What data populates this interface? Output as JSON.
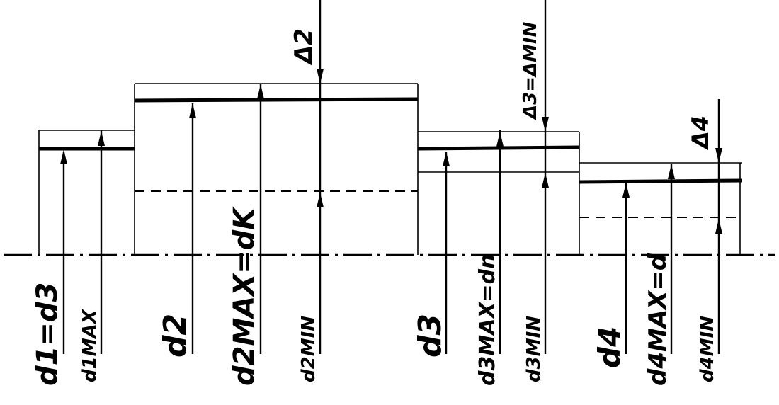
{
  "labels": {
    "d1_eq_d3": "d1=d3",
    "d1max": "d1MAX",
    "d2": "d2",
    "d2max_eq_dk": "d2MAX=dK",
    "d2min": "d2MIN",
    "d3": "d3",
    "d3max_eq_dn": "d3MAX=dn",
    "d3min": "d3MIN",
    "d4": "d4",
    "d4max_eq_d": "d4MAX=d",
    "d4min": "d4MIN",
    "delta2": "Δ2",
    "delta3_eq_deltamin": "Δ3=ΔMIN",
    "delta4": "Δ4"
  }
}
